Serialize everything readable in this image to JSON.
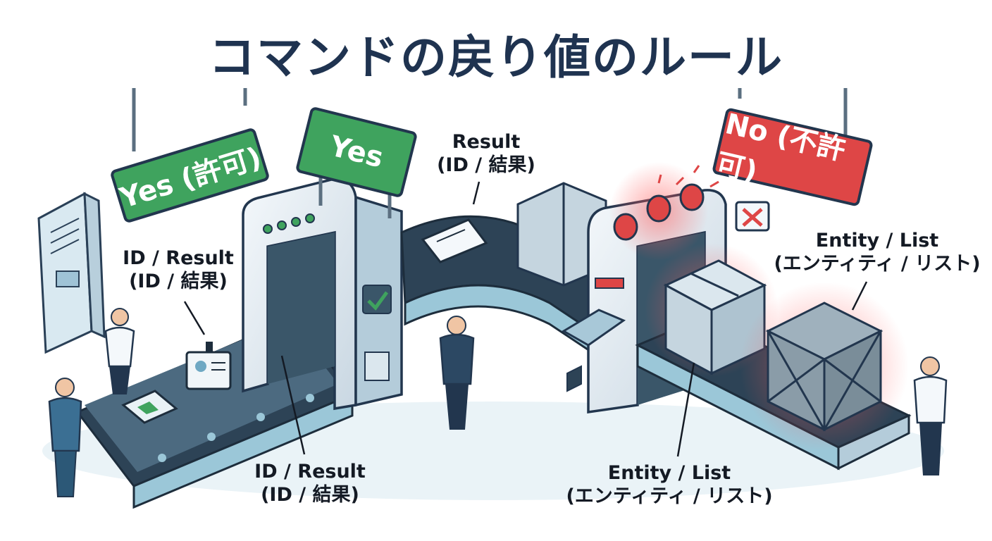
{
  "title": "コマンドの戻り値のルール",
  "signs": {
    "yes_permit": "Yes (許可)",
    "yes": "Yes",
    "no_deny": "No (不許可)"
  },
  "labels": {
    "id_result_left_en": "ID / Result",
    "id_result_left_ja": "(ID / 結果)",
    "result_top_en": "Result",
    "result_top_ja": "(ID / 結果)",
    "id_result_bottom_en": "ID / Result",
    "id_result_bottom_ja": "(ID / 結果)",
    "entity_right_en": "Entity / List",
    "entity_right_ja": "(エンティティ / リスト)",
    "entity_bottom_en": "Entity / List",
    "entity_bottom_ja": "(エンティティ / リスト)"
  },
  "colors": {
    "title": "#1f3350",
    "permit_green": "#3fa35e",
    "deny_red": "#de4646",
    "machine": "#eef3f7",
    "belt": "#2d4356",
    "alarm_glow": "#ff5a5a"
  },
  "icons": [
    "check-icon",
    "cross-icon",
    "alarm-light-icon",
    "id-card-icon",
    "ticket-icon",
    "box-icon",
    "crate-icon"
  ]
}
